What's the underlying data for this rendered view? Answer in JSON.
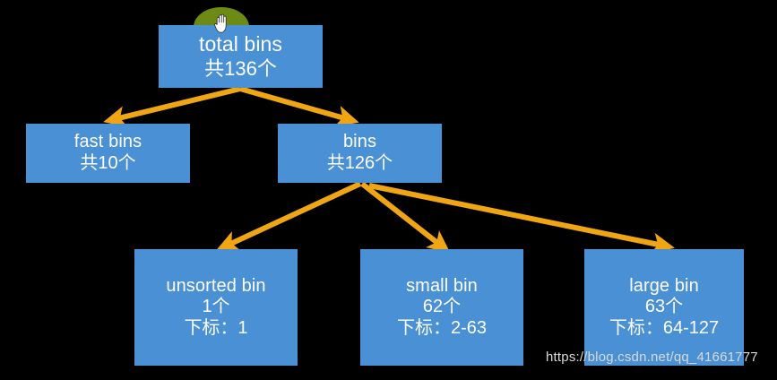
{
  "diagram": {
    "title": "glibc heap bins structure",
    "background_color": "#000000",
    "node_fill_color": "#4a90d4",
    "node_text_color": "#ffffff",
    "arrow_color": "#f0a613",
    "marker_color": "#6d8b14",
    "nodes": [
      {
        "id": "total-bins",
        "lines": [
          "total bins",
          "共136个"
        ]
      },
      {
        "id": "fast-bins",
        "lines": [
          "fast bins",
          "共10个"
        ]
      },
      {
        "id": "bins",
        "lines": [
          "bins",
          "共126个"
        ]
      },
      {
        "id": "unsorted-bin",
        "lines": [
          "unsorted bin",
          "1个",
          "下标：1"
        ]
      },
      {
        "id": "small-bin",
        "lines": [
          "small bin",
          "62个",
          "下标：2-63"
        ]
      },
      {
        "id": "large-bin",
        "lines": [
          "large bin",
          "63个",
          "下标：64-127"
        ]
      }
    ],
    "edges": [
      {
        "from": "total-bins",
        "to": "fast-bins"
      },
      {
        "from": "total-bins",
        "to": "bins"
      },
      {
        "from": "bins",
        "to": "unsorted-bin"
      },
      {
        "from": "bins",
        "to": "small-bin"
      },
      {
        "from": "bins",
        "to": "large-bin"
      }
    ],
    "marker": {
      "name": "olive-circle-highlight"
    },
    "cursor": {
      "name": "hand-cursor"
    },
    "watermark": "https://blog.csdn.net/qq_41661777"
  }
}
